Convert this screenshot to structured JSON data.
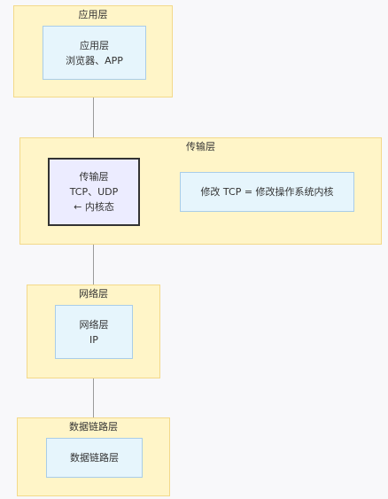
{
  "layers": {
    "application": {
      "title": "应用层",
      "node": {
        "line1": "应用层",
        "line2": "浏览器、APP"
      }
    },
    "transport": {
      "title": "传输层",
      "node": {
        "line1": "传输层",
        "line2": "TCP、UDP",
        "line3": "← 内核态"
      },
      "note": "修改 TCP = 修改操作系统内核"
    },
    "network": {
      "title": "网络层",
      "node": {
        "line1": "网络层",
        "line2": "IP"
      }
    },
    "datalink": {
      "title": "数据链路层",
      "node": {
        "line1": "数据链路层"
      }
    }
  },
  "colors": {
    "layer_fill": "#fff5c8",
    "layer_border": "#f3d98a",
    "node_fill": "#e6f5fc",
    "node_border": "#a9cde8",
    "highlight_fill": "#ececff",
    "highlight_border": "#333333",
    "connector": "#9a9a9a"
  }
}
